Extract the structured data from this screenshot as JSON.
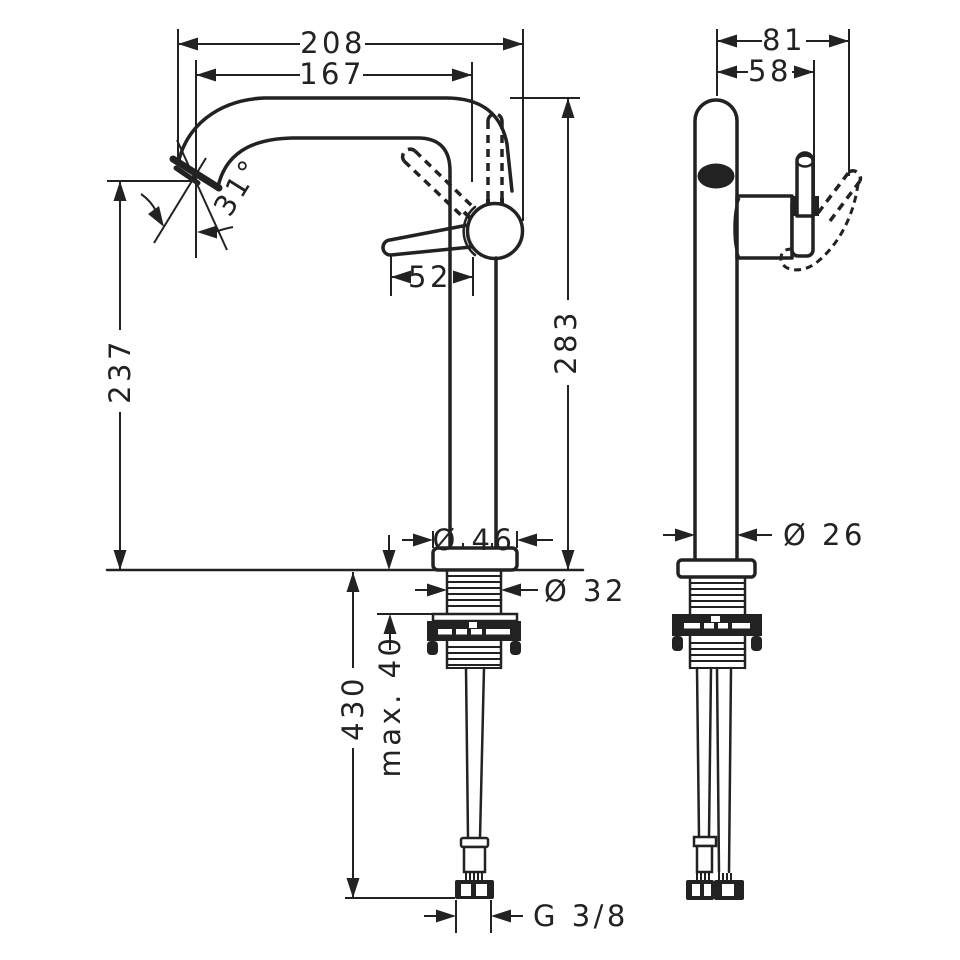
{
  "drawing": {
    "type": "technical-dimension-drawing",
    "subject": "single-lever basin mixer faucet, side view and front view",
    "line_color": "#222222",
    "background": "#ffffff"
  },
  "dimensions": {
    "overall_length": "208",
    "spout_reach": "167",
    "spout_angle": "31°",
    "lever_length": "52",
    "spout_height": "237",
    "height_above_deck": "283",
    "base_diameter": "Ø 46",
    "shank_diameter": "Ø 32",
    "max_deck_thickness": "max. 40",
    "hose_length": "430",
    "connection_thread": "G 3/8",
    "body_width_overall": "81",
    "handle_offset": "58",
    "column_diameter": "Ø 26"
  }
}
